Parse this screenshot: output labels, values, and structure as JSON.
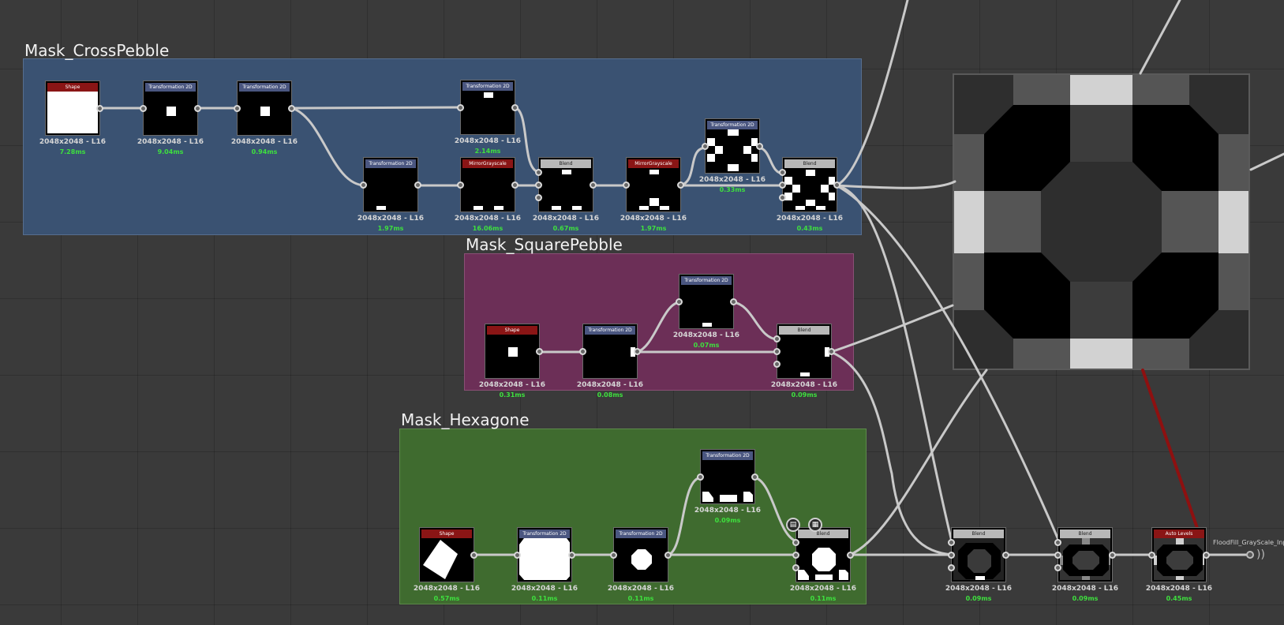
{
  "frames": {
    "cross": {
      "title": "Mask_CrossPebble",
      "color": "#3a5272"
    },
    "square": {
      "title": "Mask_SquarePebble",
      "color": "#6c2f57"
    },
    "hex": {
      "title": "Mask_Hexagone",
      "color": "#3f6b2f"
    }
  },
  "nodes": {
    "c_shape": {
      "label": "Shape",
      "res": "2048x2048 - L16",
      "time": "7.28ms"
    },
    "c_t1": {
      "label": "Transformation 2D",
      "res": "2048x2048 - L16",
      "time": "9.04ms"
    },
    "c_t2": {
      "label": "Transformation 2D",
      "res": "2048x2048 - L16",
      "time": "0.94ms"
    },
    "c_t3": {
      "label": "Transformation 2D",
      "res": "2048x2048 - L16",
      "time": "2.14ms"
    },
    "c_t4": {
      "label": "Transformation 2D",
      "res": "2048x2048 - L16",
      "time": "1.97ms"
    },
    "c_mirror1": {
      "label": "MirrorGrayscale",
      "res": "2048x2048 - L16",
      "time": "16.06ms"
    },
    "c_blend1": {
      "label": "Blend",
      "res": "2048x2048 - L16",
      "time": "0.67ms"
    },
    "c_mirror2": {
      "label": "MirrorGrayscale",
      "res": "2048x2048 - L16",
      "time": "1.97ms"
    },
    "c_t5": {
      "label": "Transformation 2D",
      "res": "2048x2048 - L16",
      "time": "0.33ms"
    },
    "c_blend2": {
      "label": "Blend",
      "res": "2048x2048 - L16",
      "time": "0.43ms"
    },
    "s_shape": {
      "label": "Shape",
      "res": "2048x2048 - L16",
      "time": "0.31ms"
    },
    "s_t1": {
      "label": "Transformation 2D",
      "res": "2048x2048 - L16",
      "time": "0.08ms"
    },
    "s_t2": {
      "label": "Transformation 2D",
      "res": "2048x2048 - L16",
      "time": "0.07ms"
    },
    "s_blend": {
      "label": "Blend",
      "res": "2048x2048 - L16",
      "time": "0.09ms"
    },
    "h_shape": {
      "label": "Shape",
      "res": "2048x2048 - L16",
      "time": "0.57ms"
    },
    "h_t1": {
      "label": "Transformation 2D",
      "res": "2048x2048 - L16",
      "time": "0.11ms"
    },
    "h_t2": {
      "label": "Transformation 2D",
      "res": "2048x2048 - L16",
      "time": "0.11ms"
    },
    "h_t3": {
      "label": "Transformation 2D",
      "res": "2048x2048 - L16",
      "time": "0.09ms"
    },
    "h_blend": {
      "label": "Blend",
      "res": "2048x2048 - L16",
      "time": "0.11ms"
    },
    "f_blend1": {
      "label": "Blend",
      "res": "2048x2048 - L16",
      "time": "0.09ms"
    },
    "f_blend2": {
      "label": "Blend",
      "res": "2048x2048 - L16",
      "time": "0.09ms"
    },
    "f_autolevels": {
      "label": "Auto Levels",
      "res": "2048x2048 - L16",
      "time": "0.45ms"
    }
  },
  "output": {
    "label": "FloodFill_GrayScale_Inpu",
    "icon": "output-port-icon"
  },
  "badges": {
    "doc": "document-icon",
    "pattern": "checker-icon"
  },
  "colors": {
    "wire": "#c9c9c9",
    "selected_wire": "#8e1010",
    "time_text": "#3ee03e"
  }
}
